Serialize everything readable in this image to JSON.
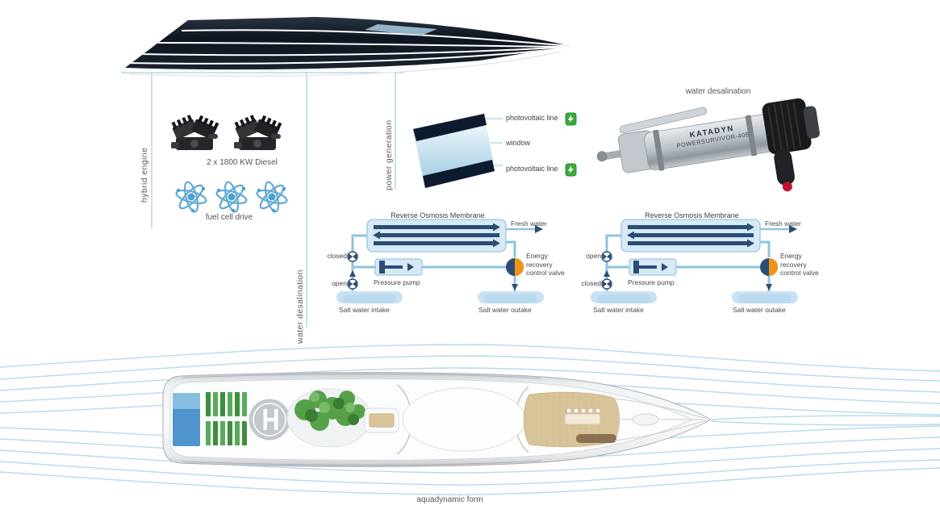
{
  "title": "hybrid yacht systems infographic",
  "colors": {
    "line_blue": "#8ec4de",
    "diagram_dark_blue": "#2a4d74",
    "valve_orange": "#ef9413",
    "photovoltaic_green": "#3aa83a",
    "hull_dark": "#0e1520"
  },
  "hybrid_engine": {
    "section_label": "hybrid engine",
    "diesel_caption": "2 x 1800 KW Diesel",
    "fuel_cell_caption": "fuel cell drive"
  },
  "power_generation": {
    "section_label": "power generation",
    "photovoltaic_top_label": "photovoltaic line",
    "window_label": "window",
    "photovoltaic_bottom_label": "photovoltaic line"
  },
  "water_desalination": {
    "section_label": "water desalination",
    "device_caption": "water desalination",
    "device_brand": "KATADYN",
    "device_model": "POWERSURVIVOR-40E"
  },
  "osmosis": {
    "title": "Reverse Osmosis Membrane",
    "fresh_water": "Fresh water",
    "pressure_pump": "Pressure pump",
    "energy_recovery_valve": "Energy recovery control valve",
    "salt_water_intake": "Salt water intake",
    "salt_water_outake": "Salt water outake",
    "left": {
      "valve_top": "closed",
      "valve_bottom": "open"
    },
    "right": {
      "valve_top": "open",
      "valve_bottom": "closed"
    }
  },
  "aquadynamic": {
    "caption": "aquadynamic form"
  }
}
